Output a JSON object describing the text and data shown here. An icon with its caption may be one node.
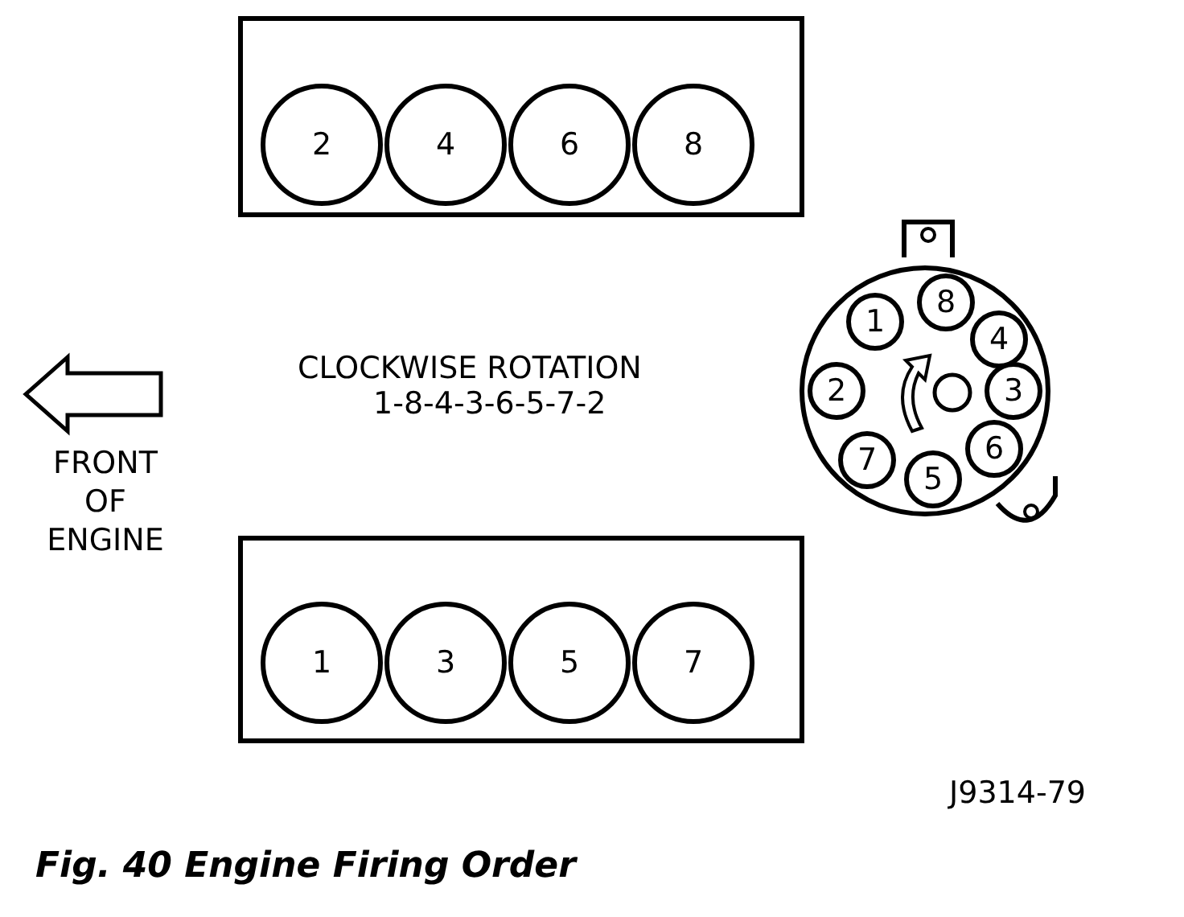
{
  "diagram": {
    "caption": "Fig. 40 Engine Firing Order",
    "nodes": [
      {
        "text": [],
        "shape": "box"
      },
      {
        "text": [
          "2"
        ],
        "in": 0
      },
      {
        "text": [
          "4"
        ],
        "in": 0
      },
      {
        "text": [
          "6"
        ],
        "in": 0
      },
      {
        "text": [
          "8"
        ],
        "in": 0
      },
      {
        "text": [],
        "shape": "box"
      },
      {
        "text": [
          "1"
        ],
        "in": 5
      },
      {
        "text": [
          "3"
        ],
        "in": 5
      },
      {
        "text": [
          "5"
        ],
        "in": 5
      },
      {
        "text": [
          "7"
        ],
        "in": 5
      },
      {
        "text": [],
        "shape": "circle"
      },
      {
        "text": [
          "1"
        ],
        "in": 10
      },
      {
        "text": [
          "8"
        ],
        "in": 10
      },
      {
        "text": [
          "4"
        ],
        "in": 10
      },
      {
        "text": [
          "3"
        ],
        "in": 10
      },
      {
        "text": [
          "6"
        ],
        "in": 10
      },
      {
        "text": [
          "5"
        ],
        "in": 10
      },
      {
        "text": [
          "7"
        ],
        "in": 10
      },
      {
        "text": [
          "2"
        ],
        "in": 10
      }
    ],
    "labels": [
      "CLOCKWISE ROTATION",
      "1-8-4-3-6-5-7-2",
      "FRONT OF ENGINE",
      "J9314-79"
    ]
  }
}
